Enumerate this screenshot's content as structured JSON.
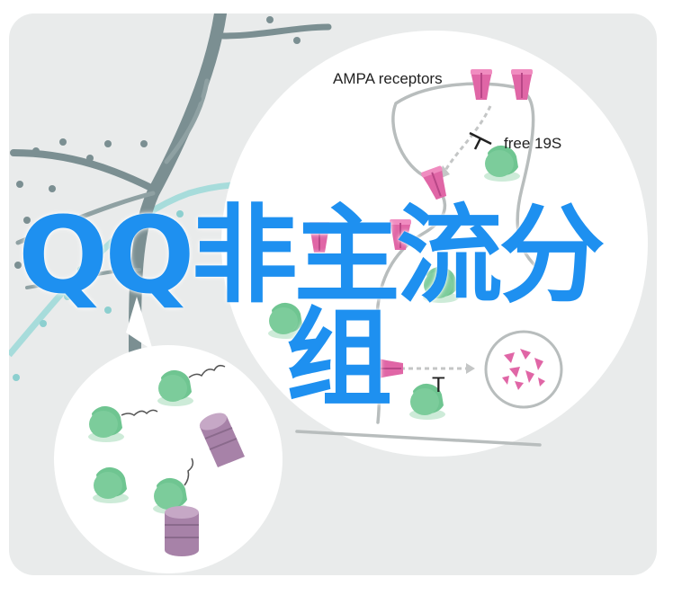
{
  "diagram": {
    "labels": {
      "ampa": "AMPA receptors",
      "free": "free 19S",
      "t_mark": "T"
    },
    "overlay_title": {
      "line1": "QQ非主流分",
      "line2": "组"
    },
    "colors": {
      "panel": "#e9ebeb",
      "neuron": "#7b8f92",
      "teal": "#a7dcdb",
      "proteasome": "#6fc591",
      "receptor": "#e066a6",
      "cylinder": "#a782a8",
      "title": "#1e90f0"
    }
  }
}
